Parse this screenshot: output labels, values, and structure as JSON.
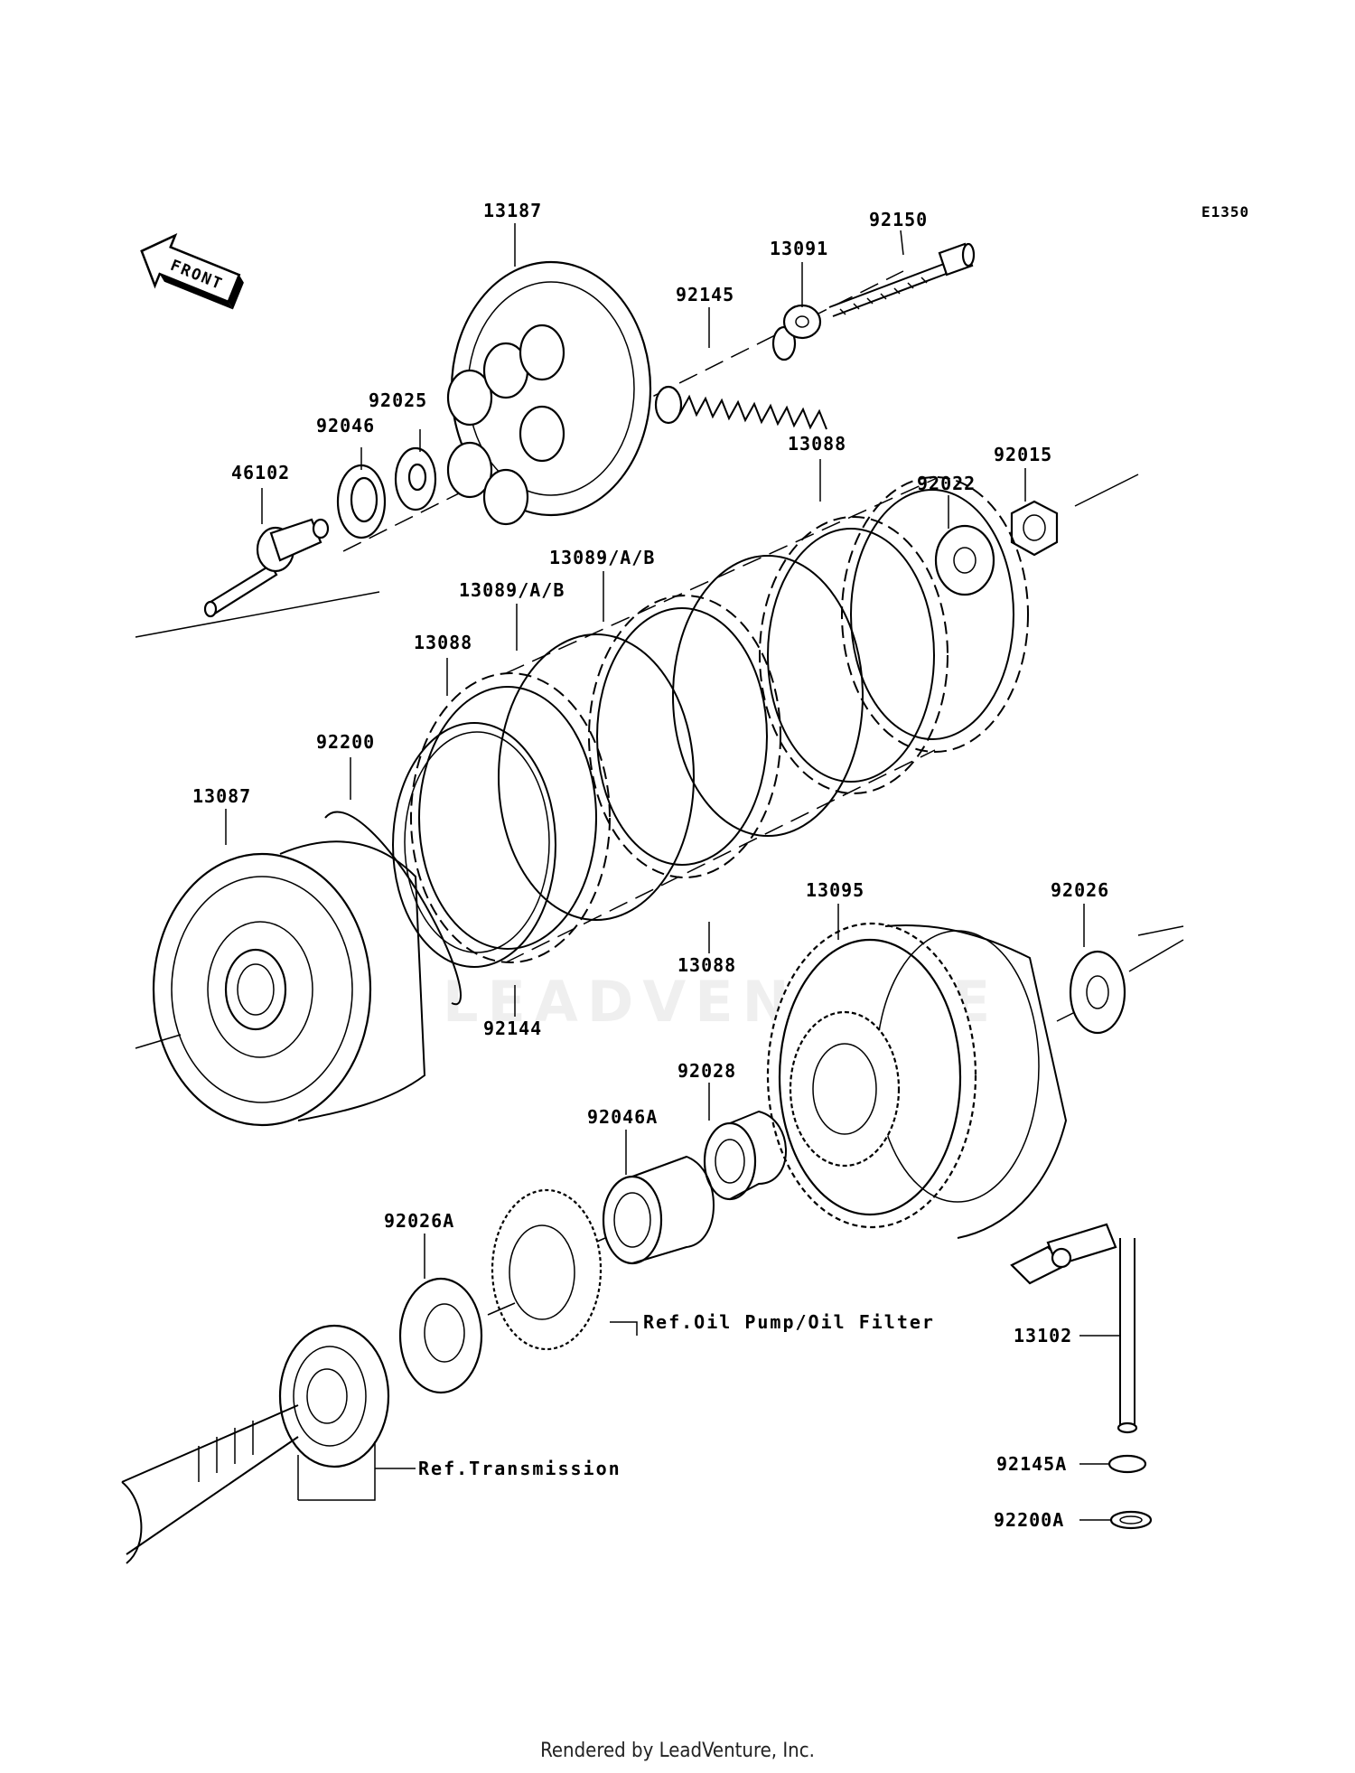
{
  "diagram_code": "E1350",
  "front_label": "FRONT",
  "watermark": "LEADVENTURE",
  "credit": "Rendered by LeadVenture, Inc.",
  "labels": {
    "p13187": "13187",
    "p92150": "92150",
    "p13091": "13091",
    "p92145": "92145",
    "p92025": "92025",
    "p92046": "92046",
    "p46102": "46102",
    "p13088_top": "13088",
    "p92015": "92015",
    "p92022": "92022",
    "p13089_upper": "13089/A/B",
    "p13089_lower": "13089/A/B",
    "p13088_left": "13088",
    "p92200": "92200",
    "p13087": "13087",
    "p13095": "13095",
    "p92026": "92026",
    "p13088_bottom": "13088",
    "p92144": "92144",
    "p92028": "92028",
    "p92046A": "92046A",
    "p92026A": "92026A",
    "p13102": "13102",
    "p92145A": "92145A",
    "p92200A": "92200A"
  },
  "references": {
    "oil_pump": "Ref.Oil Pump/Oil Filter",
    "transmission": "Ref.Transmission"
  }
}
